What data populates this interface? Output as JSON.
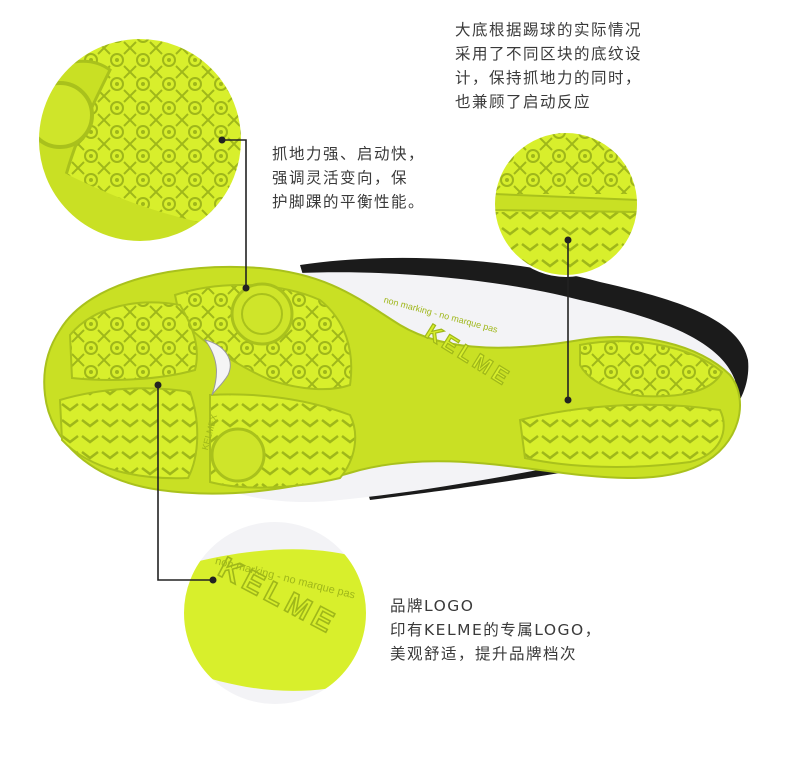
{
  "captions": {
    "grip": {
      "lines": [
        "抓地力强、启动快，",
        "强调灵活变向，保",
        "护脚踝的平衡性能。"
      ]
    },
    "zone": {
      "lines": [
        "大底根据踢球的实际情况",
        "采用了不同区块的底纹设",
        "计，保持抓地力的同时，",
        "也兼顾了启动反应"
      ]
    },
    "logo": {
      "lines": [
        "品牌LOGO",
        "印有KELME的专属LOGO，",
        "美观舒适，提升品牌档次"
      ]
    }
  },
  "sole": {
    "brand_text": "KELME",
    "small_brand_text": "KELMEX",
    "nonmarking_text": "non marking - no marque pas"
  },
  "colors": {
    "sole_yellow": "#d8ef2c",
    "sole_dark_yellow": "#aac31c",
    "upper_black": "#1b1b1b",
    "midsole_white": "#f3f3f6",
    "callout_line": "#222222"
  }
}
